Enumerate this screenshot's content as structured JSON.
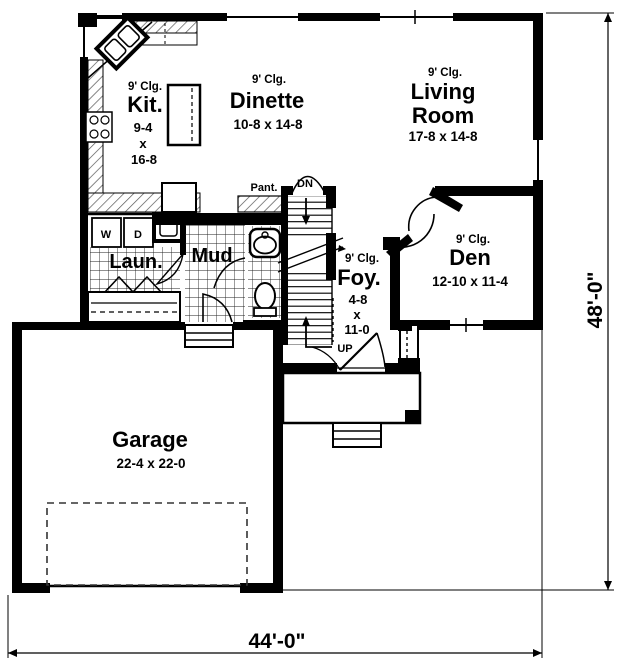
{
  "rooms": {
    "kitchen": {
      "ceiling": "9' Clg.",
      "name": "Kit.",
      "dim_w": "9-4",
      "dim_sep": "x",
      "dim_h": "16-8"
    },
    "dinette": {
      "ceiling": "9' Clg.",
      "name": "Dinette",
      "dims": "10-8 x 14-8"
    },
    "living_room": {
      "ceiling": "9' Clg.",
      "name_line1": "Living",
      "name_line2": "Room",
      "dims": "17-8 x 14-8"
    },
    "den": {
      "ceiling": "9' Clg.",
      "name": "Den",
      "dims": "12-10 x 11-4"
    },
    "foyer": {
      "ceiling": "9' Clg.",
      "name": "Foy.",
      "dim_w": "4-8",
      "dim_sep": "x",
      "dim_h": "11-0"
    },
    "mud_room": {
      "name": "Mud"
    },
    "laundry": {
      "name": "Laun."
    },
    "pantry": {
      "name": "Pant."
    },
    "garage": {
      "name": "Garage",
      "dims": "22-4 x 22-0"
    }
  },
  "stairs": {
    "down_label": "DN",
    "up_label": "UP"
  },
  "appliances": {
    "washer": "W",
    "dryer": "D"
  },
  "overall_dimensions": {
    "width": "44'-0\"",
    "height": "48'-0\""
  },
  "colors": {
    "wall": "#000000",
    "background": "#ffffff",
    "hatch": "#555555",
    "tile_grid": "#222222"
  }
}
